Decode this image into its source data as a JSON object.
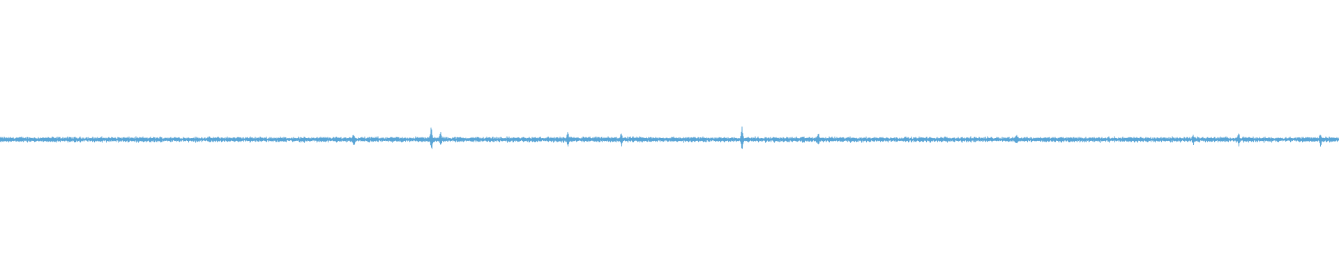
{
  "waveform": {
    "color": "#5aa5d6",
    "background": "#ffffff",
    "baseline_fraction": 0.5,
    "typical_amplitude": 0.012,
    "spikes": [
      {
        "position": 0.264,
        "amplitude": 0.03
      },
      {
        "position": 0.322,
        "amplitude": 0.05
      },
      {
        "position": 0.329,
        "amplitude": 0.035
      },
      {
        "position": 0.424,
        "amplitude": 0.03
      },
      {
        "position": 0.464,
        "amplitude": 0.03
      },
      {
        "position": 0.554,
        "amplitude": 0.055
      },
      {
        "position": 0.611,
        "amplitude": 0.03
      },
      {
        "position": 0.759,
        "amplitude": 0.025
      },
      {
        "position": 0.891,
        "amplitude": 0.025
      },
      {
        "position": 0.925,
        "amplitude": 0.03
      },
      {
        "position": 0.986,
        "amplitude": 0.03
      }
    ]
  }
}
